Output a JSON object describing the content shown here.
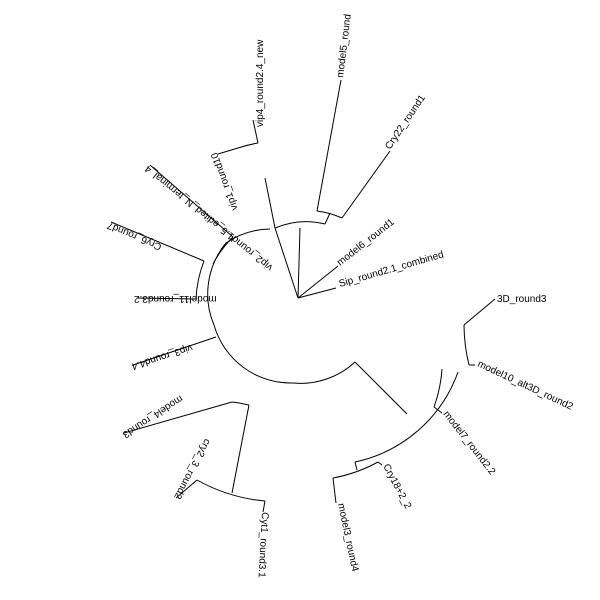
{
  "diagram": {
    "type": "circular-phylogenetic-tree",
    "line_color": "#000000",
    "leaves": [
      {
        "id": "model5",
        "label": "model5_round"
      },
      {
        "id": "cry22",
        "label": "Cry22_round1"
      },
      {
        "id": "vip4",
        "label": "vip4_round2.4_new"
      },
      {
        "id": "vip1",
        "label": "vip1_round10"
      },
      {
        "id": "vip2",
        "label": "vip2_round1.5_edited_N_terminal_4"
      },
      {
        "id": "cry6",
        "label": "Cry6_round7"
      },
      {
        "id": "model11",
        "label": "model11_round3.2"
      },
      {
        "id": "vip3",
        "label": "vip3_round4.4"
      },
      {
        "id": "model4",
        "label": "model4_round3"
      },
      {
        "id": "cry2",
        "label": "cry2_3_round2"
      },
      {
        "id": "cyt1",
        "label": "Cyt1_round3.1"
      },
      {
        "id": "model3",
        "label": "model3_round4"
      },
      {
        "id": "cry18",
        "label": "Cry18+2_2"
      },
      {
        "id": "model7",
        "label": "model7_round2.2"
      },
      {
        "id": "model10",
        "label": "model10_alt3D_round2"
      },
      {
        "id": "3d",
        "label": "3D_round3"
      },
      {
        "id": "model6",
        "label": "model6_round1"
      },
      {
        "id": "sip",
        "label": "Sip_round2.1_combined"
      }
    ]
  }
}
